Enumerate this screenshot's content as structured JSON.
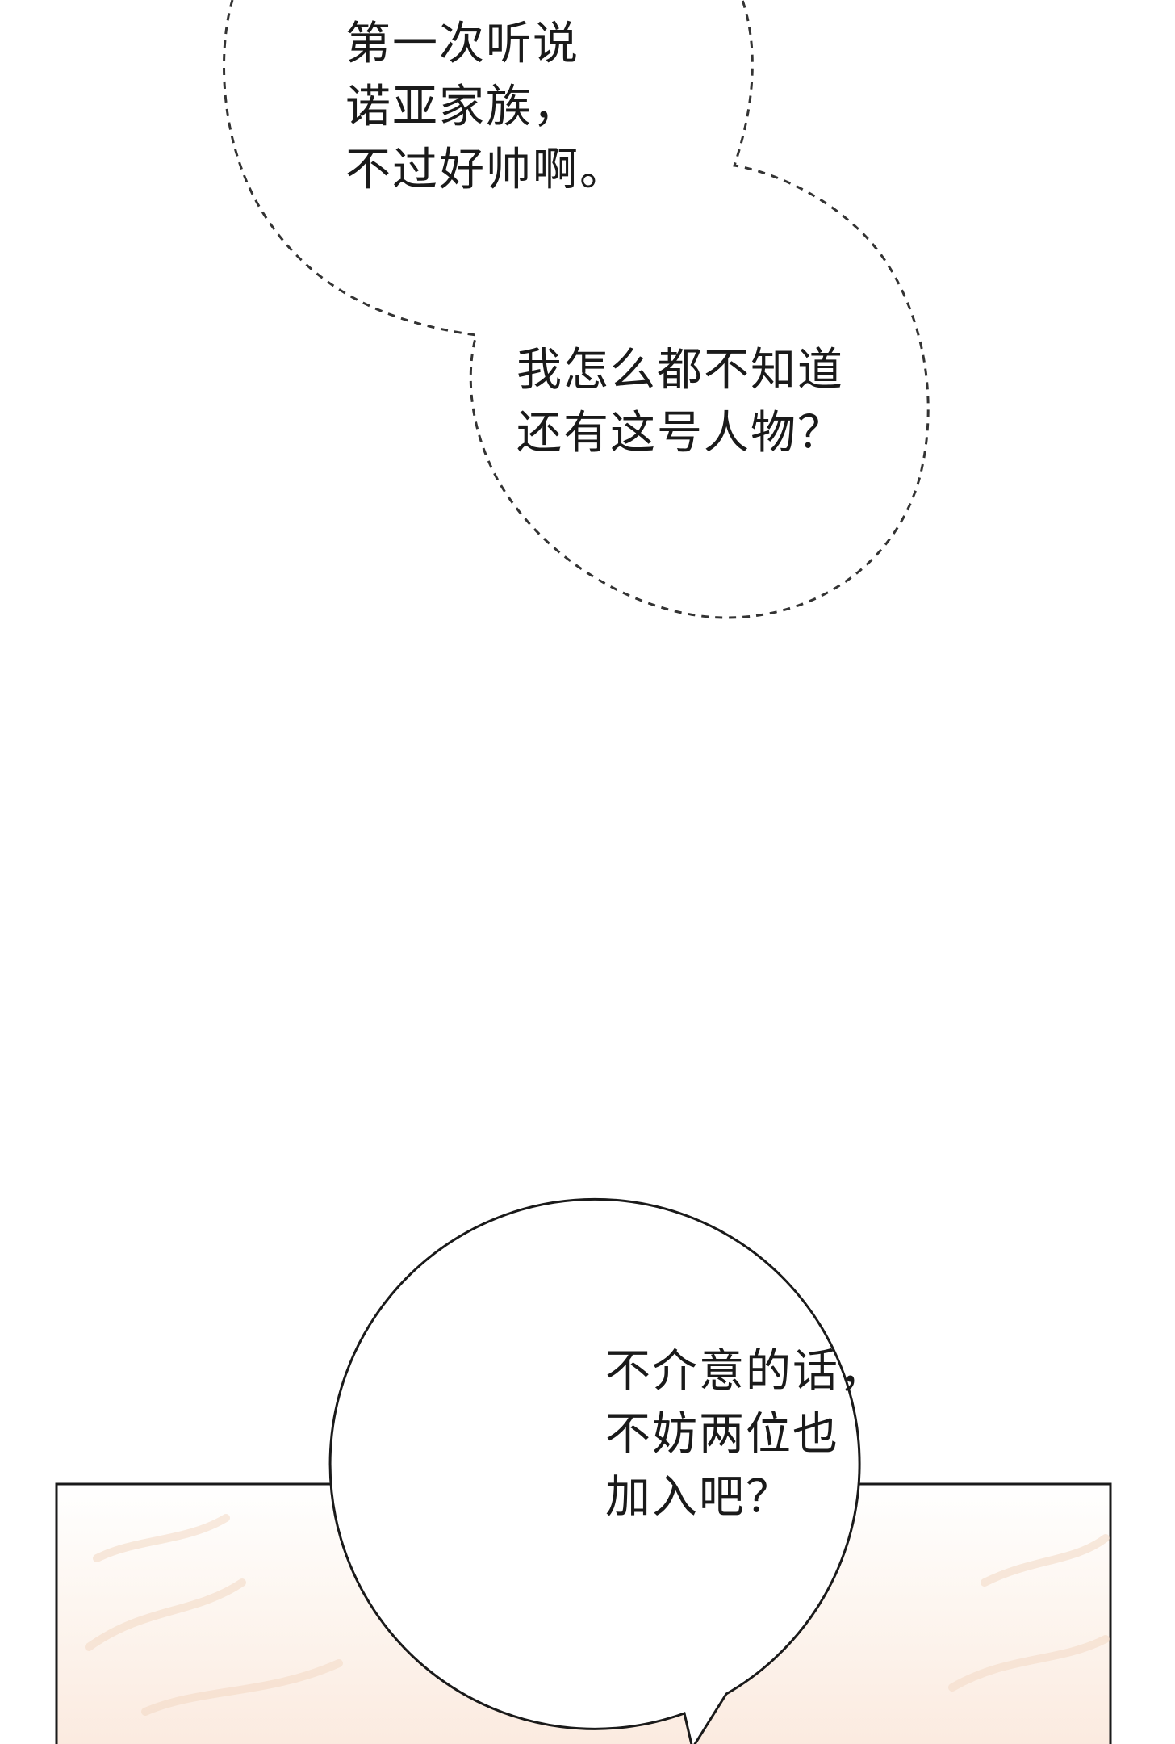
{
  "thought_bubble": {
    "lines_part1": [
      "第一次听说",
      "诺亚家族，",
      "不过好帅啊。"
    ],
    "lines_part2": [
      "我怎么都不知道",
      "还有这号人物？"
    ]
  },
  "speech_bubble": {
    "lines": [
      "不介意的话，",
      "不妨两位也",
      "加入吧？"
    ]
  },
  "panel": {
    "border_color": "#1a1a1a",
    "background_tint": "#fbeee4"
  }
}
